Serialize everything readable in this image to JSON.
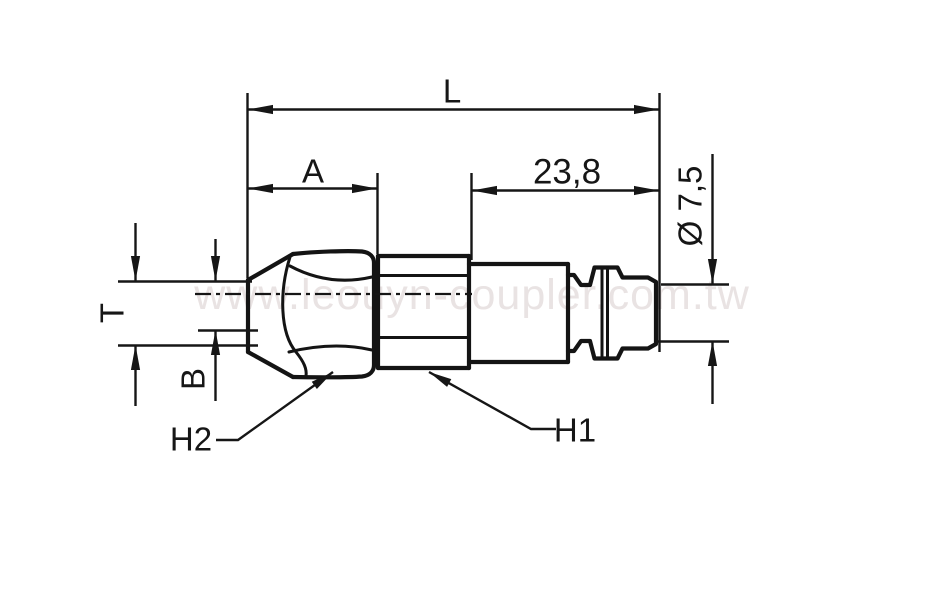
{
  "watermark": "www.leouyn-coupler.com.tw",
  "dimensions": {
    "l": "L",
    "a": "A",
    "front_section": "23,8",
    "tip_diameter": "Ø 7,5",
    "t": "T",
    "b": "B",
    "h1": "H1",
    "h2": "H2"
  },
  "colors": {
    "line": "#141414",
    "watermark": "#e9e3e3",
    "background": "#ffffff"
  }
}
